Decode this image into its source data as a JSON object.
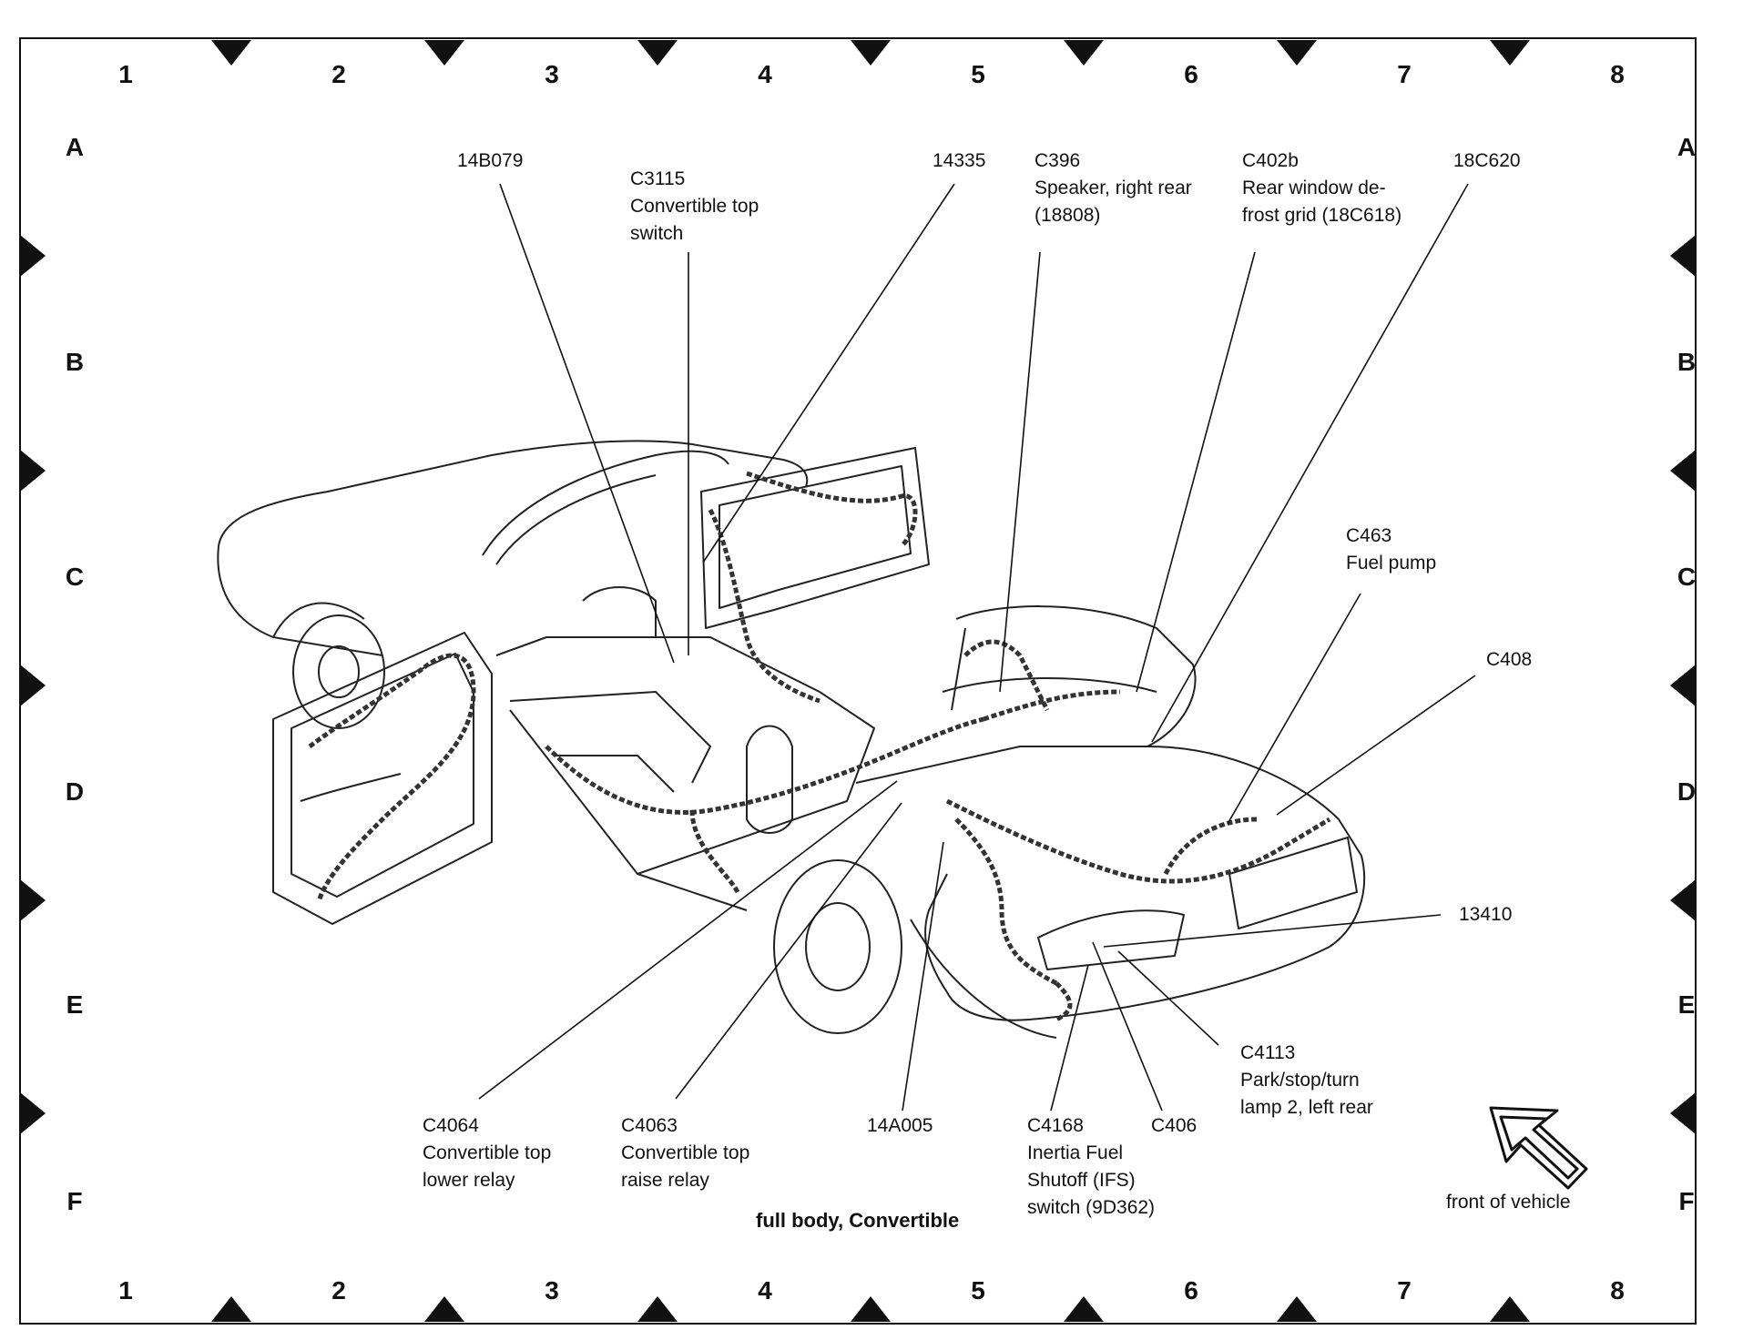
{
  "figure": {
    "caption": "full body, Convertible",
    "orientation_label": "front of vehicle",
    "grid": {
      "columns": [
        "1",
        "2",
        "3",
        "4",
        "5",
        "6",
        "7",
        "8"
      ],
      "rows": [
        "A",
        "B",
        "C",
        "D",
        "E",
        "F"
      ]
    },
    "callouts": {
      "c14b079": "14B079",
      "c3115": "C3115\nConvertible top\nswitch",
      "c14335": "14335",
      "c396": "C396\nSpeaker, right rear\n(18808)",
      "c402b": "C402b\nRear window de-\nfrost grid (18C618)",
      "c18c620": "18C620",
      "c463": "C463\nFuel pump",
      "c408": "C408",
      "c13410": "13410",
      "c4113": "C4113\nPark/stop/turn\nlamp 2, left rear",
      "c4064": "C4064\nConvertible top\nlower relay",
      "c4063": "C4063\nConvertible top\nraise relay",
      "c14a005": "14A005",
      "c4168": "C4168\nInertia Fuel\nShutoff (IFS)\nswitch (9D362)",
      "c406": "C406"
    }
  }
}
